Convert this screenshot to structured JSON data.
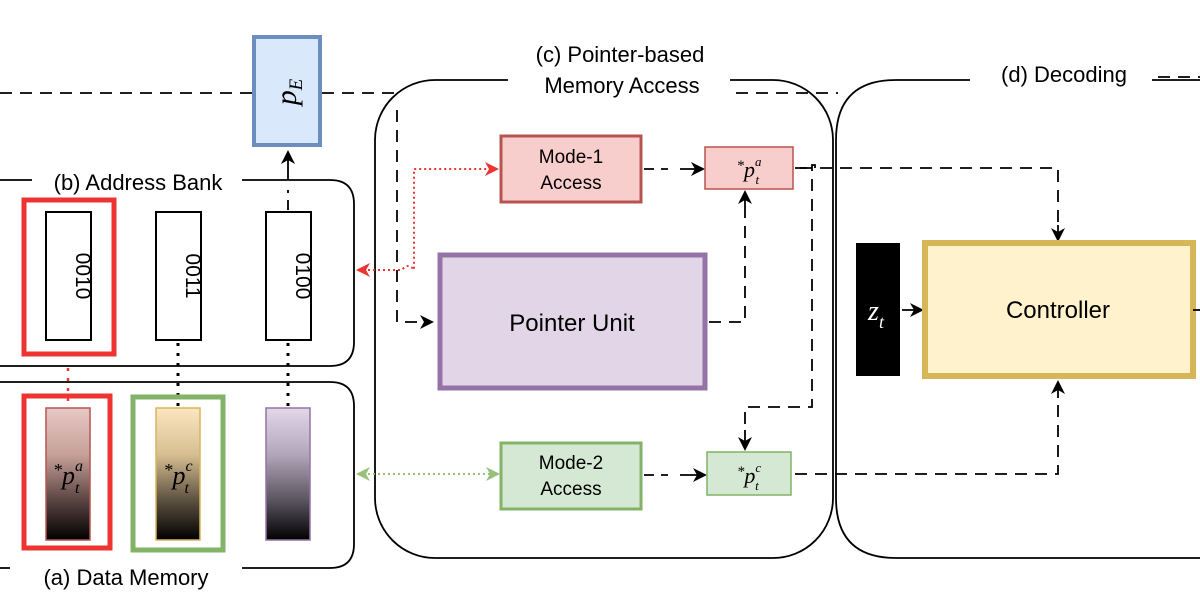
{
  "sections": {
    "data_memory": "(a) Data Memory",
    "address_bank": "(b) Address Bank",
    "pointer_access_line1": "(c) Pointer-based",
    "pointer_access_line2": "Memory Access",
    "decoding": "(d) Decoding"
  },
  "address_bank": {
    "addresses": [
      "0010",
      "0011",
      "0100"
    ]
  },
  "data_memory": {
    "slot_a": {
      "base": "p",
      "sup": "a",
      "sub": "t",
      "star": "*"
    },
    "slot_c": {
      "base": "p",
      "sup": "c",
      "sub": "t",
      "star": "*"
    }
  },
  "external_pointer": {
    "base": "p",
    "sub": "E"
  },
  "pointer_access": {
    "mode1_line1": "Mode-1",
    "mode1_line2": "Access",
    "mode2_line1": "Mode-2",
    "mode2_line2": "Access",
    "pointer_unit": "Pointer Unit",
    "out_a": {
      "base": "p",
      "sup": "a",
      "sub": "t",
      "star": "*"
    },
    "out_c": {
      "base": "p",
      "sup": "c",
      "sub": "t",
      "star": "*"
    }
  },
  "decoding": {
    "input": {
      "base": "z",
      "sub": "t"
    },
    "controller": "Controller"
  },
  "colors": {
    "red": "#ee3333",
    "green": "#82b366",
    "purple": "#9673a6",
    "blue": "#6c8ebf",
    "gold": "#d6b656"
  }
}
